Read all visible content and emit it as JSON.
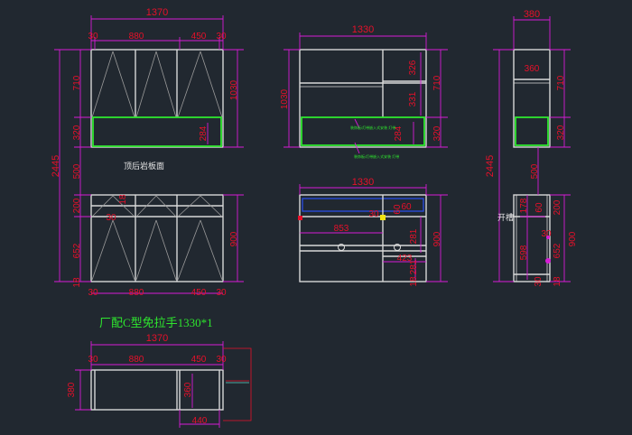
{
  "drawing": {
    "colors": {
      "background": "#212830",
      "dimension_line": "#d61bd6",
      "dimension_text": "#e8102a",
      "cabinet_outline": "#d8d8d8",
      "highlight_box": "#2ee62e",
      "drawer_box": "#2a4bd8",
      "annotation": "#2ee62e",
      "label": "#e6e6e6"
    },
    "front_view": {
      "width_total": "1370",
      "width_parts": [
        "30",
        "880",
        "450",
        "30"
      ],
      "bottom_parts": [
        "30",
        "880",
        "450",
        "30"
      ],
      "left_heights": [
        "710",
        "320",
        "500",
        "200",
        "652",
        "18"
      ],
      "total_height": "2445",
      "right_upper": "1030",
      "right_lower": "900",
      "inner_284": "284",
      "inner_18": "18",
      "inner_30": "30",
      "label": "顶后岩板面"
    },
    "middle_top": {
      "width": "1330",
      "inner": [
        "326",
        "331",
        "284"
      ],
      "right": "710",
      "right2": "320",
      "left": "1030",
      "note1": "装饰板/灯带嵌入式安装\n灯带",
      "note2": "装饰板/灯带嵌入式安装\n灯带"
    },
    "middle_bottom": {
      "width": "1330",
      "inner": [
        "60",
        "60",
        "853",
        "281",
        "423",
        "281",
        "18"
      ],
      "right": "900",
      "small_30": "30"
    },
    "side_view": {
      "width": "380",
      "inner_width": "360",
      "right": [
        "710",
        "320"
      ],
      "left_total": "2445",
      "mid": "500",
      "lower": [
        "178",
        "60",
        "200",
        "900",
        "652",
        "18",
        "30"
      ],
      "small": [
        "598",
        "30"
      ],
      "open_label": "开槽"
    },
    "plan_view": {
      "title": "厂配C型免拉手1330*1",
      "width_total": "1370",
      "parts": [
        "30",
        "880",
        "450",
        "30"
      ],
      "depth": "380",
      "inner_depth": "360",
      "bottom": "440"
    }
  }
}
